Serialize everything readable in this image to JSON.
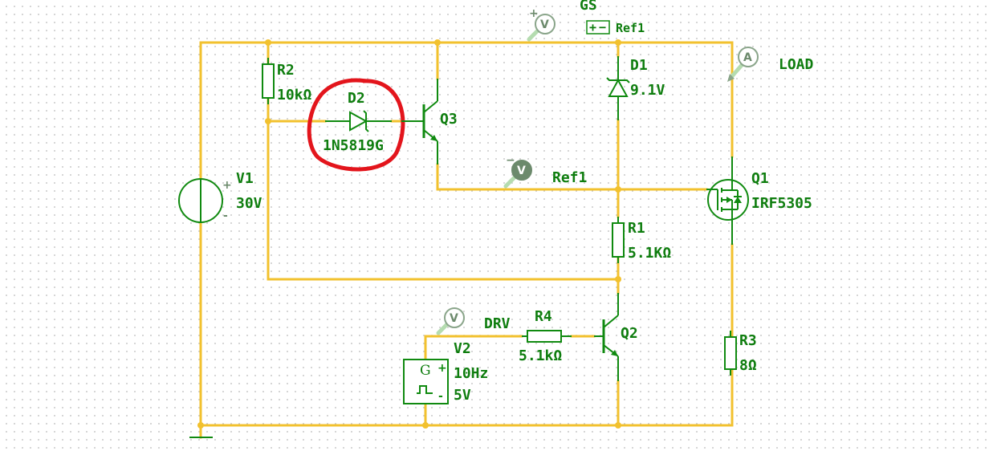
{
  "labels": {
    "gs": "GS",
    "ref1_top": "Ref1",
    "load": "LOAD",
    "ref1_mid": "Ref1",
    "drv": "DRV"
  },
  "components": {
    "v1": {
      "name": "V1",
      "value": "30V"
    },
    "r2": {
      "name": "R2",
      "value": "10kΩ"
    },
    "d2": {
      "name": "D2",
      "value": "1N5819G"
    },
    "q3": {
      "name": "Q3"
    },
    "d1": {
      "name": "D1",
      "value": "9.1V"
    },
    "q1": {
      "name": "Q1",
      "value": "IRF5305"
    },
    "r1": {
      "name": "R1",
      "value": "5.1KΩ"
    },
    "r4": {
      "name": "R4",
      "value": "5.1kΩ"
    },
    "q2": {
      "name": "Q2"
    },
    "v2": {
      "name": "V2",
      "value1": "10Hz",
      "value2": "5V"
    },
    "r3": {
      "name": "R3",
      "value": "8Ω"
    }
  },
  "probes": {
    "voltage_symbol": "V",
    "current_symbol": "A",
    "plus": "+",
    "minus": "−",
    "minus_short": "-",
    "v2_g": "G"
  },
  "colors": {
    "wire": "#f2c12e",
    "component": "#108a10",
    "highlight": "#e3151c"
  }
}
